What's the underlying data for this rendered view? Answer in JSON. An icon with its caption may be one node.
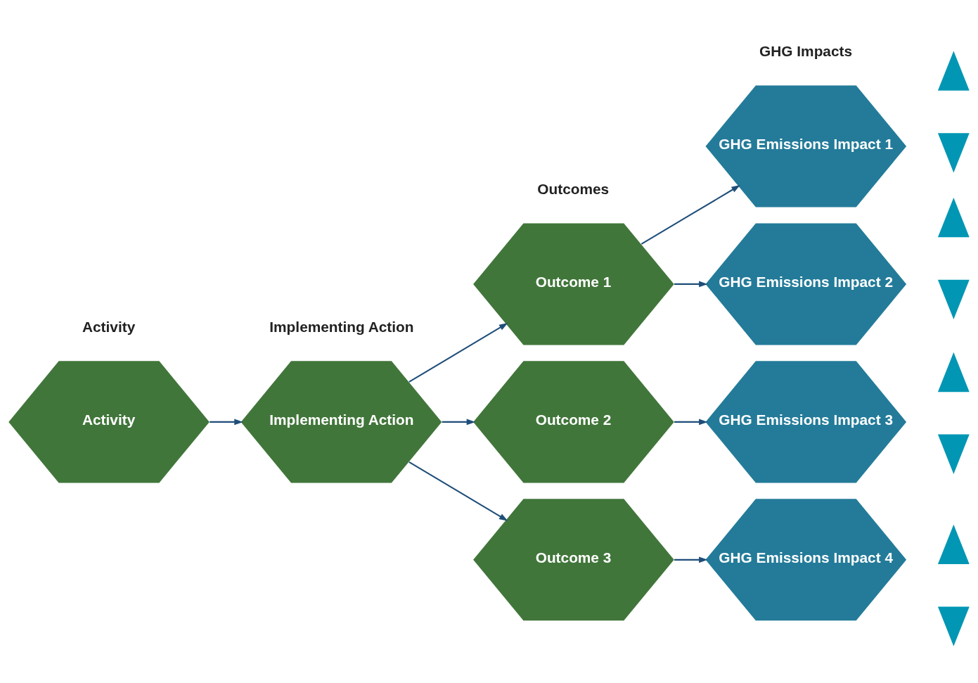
{
  "diagram": {
    "nodes": [
      {
        "text": [
          "Activity"
        ]
      },
      {
        "text": [
          "Implementing Action"
        ]
      },
      {
        "text": [
          "Outcome 1"
        ]
      },
      {
        "text": [
          "Outcome 2"
        ]
      },
      {
        "text": [
          "Outcome 3"
        ]
      },
      {
        "text": [
          "GHG Emissions Impact 1"
        ]
      },
      {
        "text": [
          "GHG Emissions Impact 2"
        ]
      },
      {
        "text": [
          "GHG Emissions Impact 3"
        ]
      },
      {
        "text": [
          "GHG Emissions Impact 4"
        ]
      },
      {
        "text": [],
        "shape": "arrow"
      },
      {
        "text": [],
        "shape": "arrow"
      },
      {
        "text": [],
        "shape": "arrow"
      },
      {
        "text": [],
        "shape": "arrow"
      },
      {
        "text": [],
        "shape": "arrow"
      },
      {
        "text": [],
        "shape": "arrow"
      },
      {
        "text": [],
        "shape": "arrow"
      },
      {
        "text": [],
        "shape": "arrow"
      }
    ],
    "edges": [
      {
        "from": 0,
        "to": 1,
        "arrow": "to"
      },
      {
        "from": 1,
        "to": 2,
        "arrow": "to"
      },
      {
        "from": 1,
        "to": 3,
        "arrow": "to"
      },
      {
        "from": 1,
        "to": 4,
        "arrow": "to"
      },
      {
        "from": 2,
        "to": 5,
        "arrow": "to"
      },
      {
        "from": 2,
        "to": 6,
        "arrow": "to"
      },
      {
        "from": 3,
        "to": 7,
        "arrow": "to"
      },
      {
        "from": 4,
        "to": 8,
        "arrow": "to"
      }
    ],
    "labels": [
      "Activity",
      "Implementing Action",
      "Outcomes",
      "GHG Impacts"
    ]
  }
}
